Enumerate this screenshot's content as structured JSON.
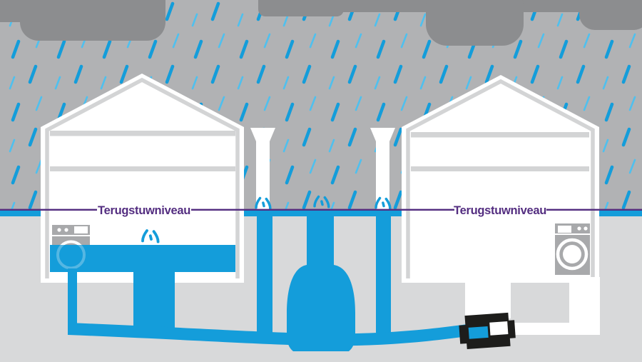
{
  "labels": {
    "left_backflow_level": "Terugstuwniveau",
    "right_backflow_level": "Terugstuwniveau"
  },
  "colors": {
    "sky_gray": "#b1b2b4",
    "cloud_gray": "#8c8d8f",
    "ground_gray": "#d8d9da",
    "water_blue": "#149dda",
    "rain_light": "#4fc0ee",
    "purple": "#532d80",
    "outline_gray": "#d3d4d5",
    "machine_gray": "#a8a9ab",
    "valve_black": "#1d1d1b",
    "white": "#ffffff",
    "submerged_ring": "#55b7e3"
  },
  "icons": {
    "cloud-icon": "dark rounded silhouette",
    "rain-icon": "diagonal blue drops",
    "house-icon": "white gabled cross-section",
    "washing-machine-icon": "gray box with round door",
    "standpipe-icon": "white funnel-top pipe",
    "splash-icon": "blue water splash strokes",
    "sewer-bell-icon": "blue bell-shaped chamber",
    "backflow-valve-icon": "black valve with closed flap",
    "level-line-icon": "purple horizontal datum line"
  }
}
